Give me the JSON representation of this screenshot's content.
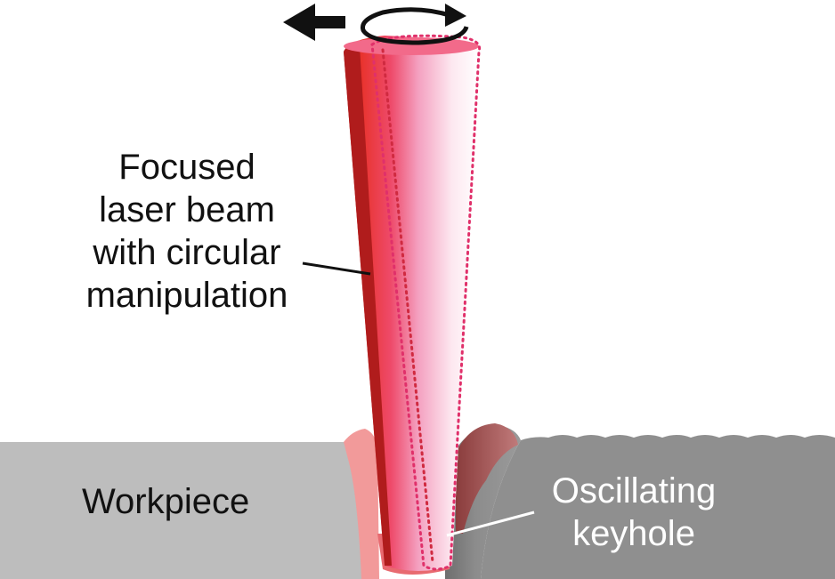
{
  "diagram": {
    "labels": {
      "beam": [
        "Focused",
        "laser beam",
        "with circular",
        "manipulation"
      ],
      "workpiece": "Workpiece",
      "keyhole": [
        "Oscillating",
        "keyhole"
      ]
    },
    "icons": {
      "motion_arrow": "arrow-left-icon",
      "rotation_arrow": "circular-rotation-icon"
    },
    "colors": {
      "workpiece_left": "#bdbdbd",
      "workpiece_right": "#8a8a8a",
      "beam_red": "#e8322a",
      "beam_dark_red": "#b01c1c",
      "beam_pink": "#f0447c",
      "dotted_outline": "#e0306a",
      "label_dark": "#111111",
      "label_light": "#ffffff"
    }
  }
}
